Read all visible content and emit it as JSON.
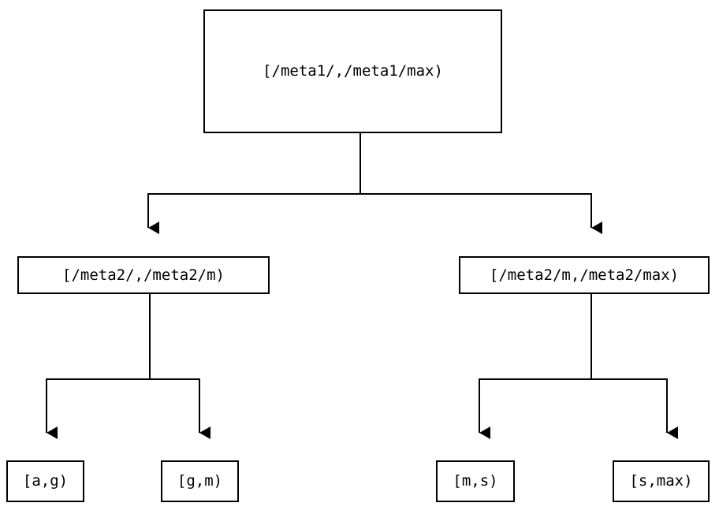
{
  "diagram": {
    "type": "tree",
    "title": "",
    "background_color": "#ffffff",
    "stroke_color": "#000000",
    "text_color": "#000000",
    "stroke_width": 2,
    "arrowhead": "filled-triangle-down",
    "nodes": {
      "root": {
        "label": "[/meta1/,/meta1/max)"
      },
      "meta2_low": {
        "label": "[/meta2/,/meta2/m)"
      },
      "meta2_high": {
        "label": "[/meta2/m,/meta2/max)"
      },
      "leaf_ag": {
        "label": "[a,g)"
      },
      "leaf_gm": {
        "label": "[g,m)"
      },
      "leaf_ms": {
        "label": "[m,s)"
      },
      "leaf_smax": {
        "label": "[s,max)"
      }
    },
    "edges": [
      {
        "from": "root",
        "to": "meta2_low"
      },
      {
        "from": "root",
        "to": "meta2_high"
      },
      {
        "from": "meta2_low",
        "to": "leaf_ag"
      },
      {
        "from": "meta2_low",
        "to": "leaf_gm"
      },
      {
        "from": "meta2_high",
        "to": "leaf_ms"
      },
      {
        "from": "meta2_high",
        "to": "leaf_smax"
      }
    ]
  }
}
